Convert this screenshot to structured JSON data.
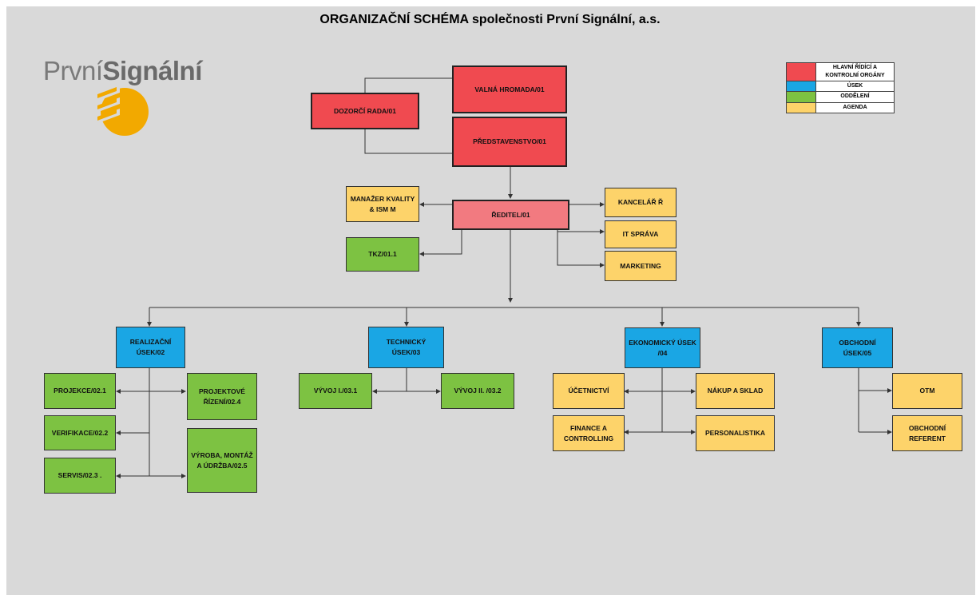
{
  "title": "ORGANIZAČNÍ SCHÉMA společnosti První Signální, a.s.",
  "logo": {
    "part1": "První",
    "part2": "Signální",
    "accent": "#f2a900"
  },
  "legend": [
    {
      "label": "HLAVNÍ ŘÍDÍCÍ A KONTROLNÍ ORGÁNY",
      "color": "#f04a50"
    },
    {
      "label": "ÚSEK",
      "color": "#1aa6e4"
    },
    {
      "label": "ODDĚLENÍ",
      "color": "#7dc242"
    },
    {
      "label": "AGENDA",
      "color": "#fdd36a"
    }
  ],
  "nodes": {
    "valna_hromada": "VALNÁ HROMADA/01",
    "dozorci_rada": "DOZORČÍ RADA/01",
    "predstavenstvo": "PŘEDSTAVENSTVO/01",
    "reditel": "ŘEDITEL/01",
    "manazer_kvality": "MANAŽER KVALITY & ISM M",
    "kancelar": "KANCELÁŘ Ř",
    "it_sprava": "IT SPRÁVA",
    "marketing": "MARKETING",
    "tkz": "TKZ/01.1",
    "realizacni_usek": "REALIZAČNÍ ÚSEK/02",
    "technicky_usek": "TECHNICKÝ ÚSEK/03",
    "ekonomicky_usek": "EKONOMICKÝ ÚSEK /04",
    "obchodni_usek": "OBCHODNÍ ÚSEK/05",
    "projekce": "PROJEKCE/02.1",
    "projektove_rizeni": "PROJEKTOVÉ ŘÍZENÍ/02.4",
    "verifikace": "VERIFIKACE/02.2",
    "servis": "SERVIS/02.3 .",
    "vyroba": "VÝROBA, MONTÁŽ A ÚDRŽBA/02.5",
    "vyvoj1": "VÝVOJ I./03.1",
    "vyvoj2": "VÝVOJ II. /03.2",
    "ucetnictvi": "ÚČETNICTVÍ",
    "nakup_sklad": "NÁKUP A SKLAD",
    "finance": "FINANCE A CONTROLLING",
    "personalistika": "PERSONALISTIKA",
    "otm": "OTM",
    "obchodni_referent": "OBCHODNÍ REFERENT"
  }
}
